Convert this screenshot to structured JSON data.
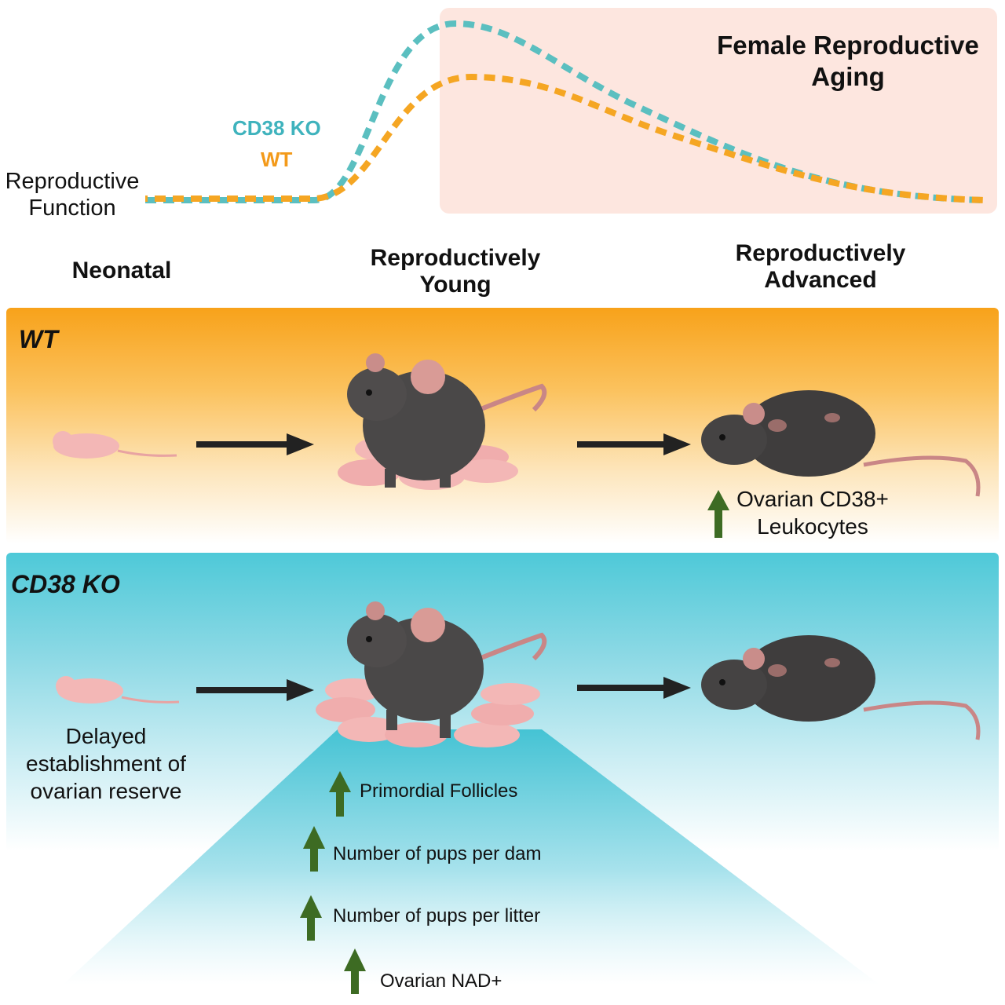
{
  "curve": {
    "aging_title": "Female Reproductive Aging",
    "legend_ko": "CD38 KO",
    "legend_wt": "WT",
    "y_label": "Reproductive Function",
    "colors": {
      "ko": "#5bbfc0",
      "wt": "#f5a623",
      "aging_bg": "#fde6df"
    }
  },
  "stages": {
    "neonatal": "Neonatal",
    "young": "Reproductively Young",
    "advanced": "Reproductively Advanced"
  },
  "wt_panel": {
    "label": "WT",
    "advanced_note": "Ovarian CD38+ Leukocytes",
    "color": "#f8a21a"
  },
  "ko_panel": {
    "label": "CD38 KO",
    "neonatal_note": "Delayed establishment of ovarian reserve",
    "color": "#4ec9d8",
    "effects": [
      "Primordial Follicles",
      "Number of pups per dam",
      "Number of pups per litter",
      "Ovarian NAD+"
    ]
  },
  "icons": {
    "arrow": "right-arrow-icon",
    "increase": "up-arrow-icon",
    "adult_mouse": "adult-mouse-icon",
    "aged_mouse": "aged-mouse-icon",
    "pup": "mouse-pup-icon"
  }
}
